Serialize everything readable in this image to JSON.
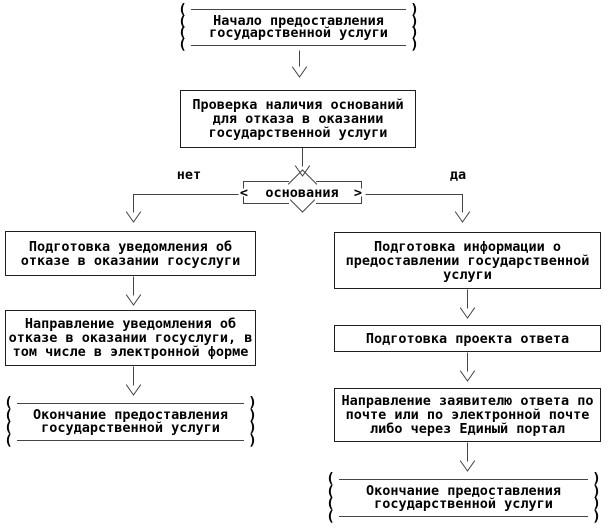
{
  "glyphs": {
    "lparen": "(",
    "rparen": ")",
    "langle": "<",
    "rangle": ">"
  },
  "labels": {
    "no": "нет",
    "yes": "да"
  },
  "nodes": {
    "start": {
      "lines": [
        "Начало предоставления",
        "государственной услуги"
      ]
    },
    "check": {
      "lines": [
        "Проверка наличия оснований",
        "для отказа в оказании",
        "государственной услуги"
      ]
    },
    "decision": {
      "label": "основания"
    },
    "notify": {
      "lines": [
        "Подготовка уведомления об",
        "отказе в оказании госуслуги"
      ]
    },
    "send_notify": {
      "lines": [
        "Направление уведомления об",
        "отказе в оказании госуслуги, в",
        "том числе в электронной форме"
      ]
    },
    "end_left": {
      "lines": [
        "Окончание предоставления",
        "государственной услуги"
      ]
    },
    "info": {
      "lines": [
        "Подготовка информации о",
        "предоставлении государственной",
        "услуги"
      ]
    },
    "draft": {
      "lines": [
        "Подготовка проекта ответа"
      ]
    },
    "send_answer": {
      "lines": [
        "Направление заявителю ответа по",
        "почте или по электронной почте",
        "либо через Единый портал"
      ]
    },
    "end_right": {
      "lines": [
        "Окончание предоставления",
        "государственной услуги"
      ]
    }
  },
  "colors": {
    "line": "#444444",
    "border": "#1f1f1f",
    "text": "#000000",
    "background": "#ffffff"
  }
}
